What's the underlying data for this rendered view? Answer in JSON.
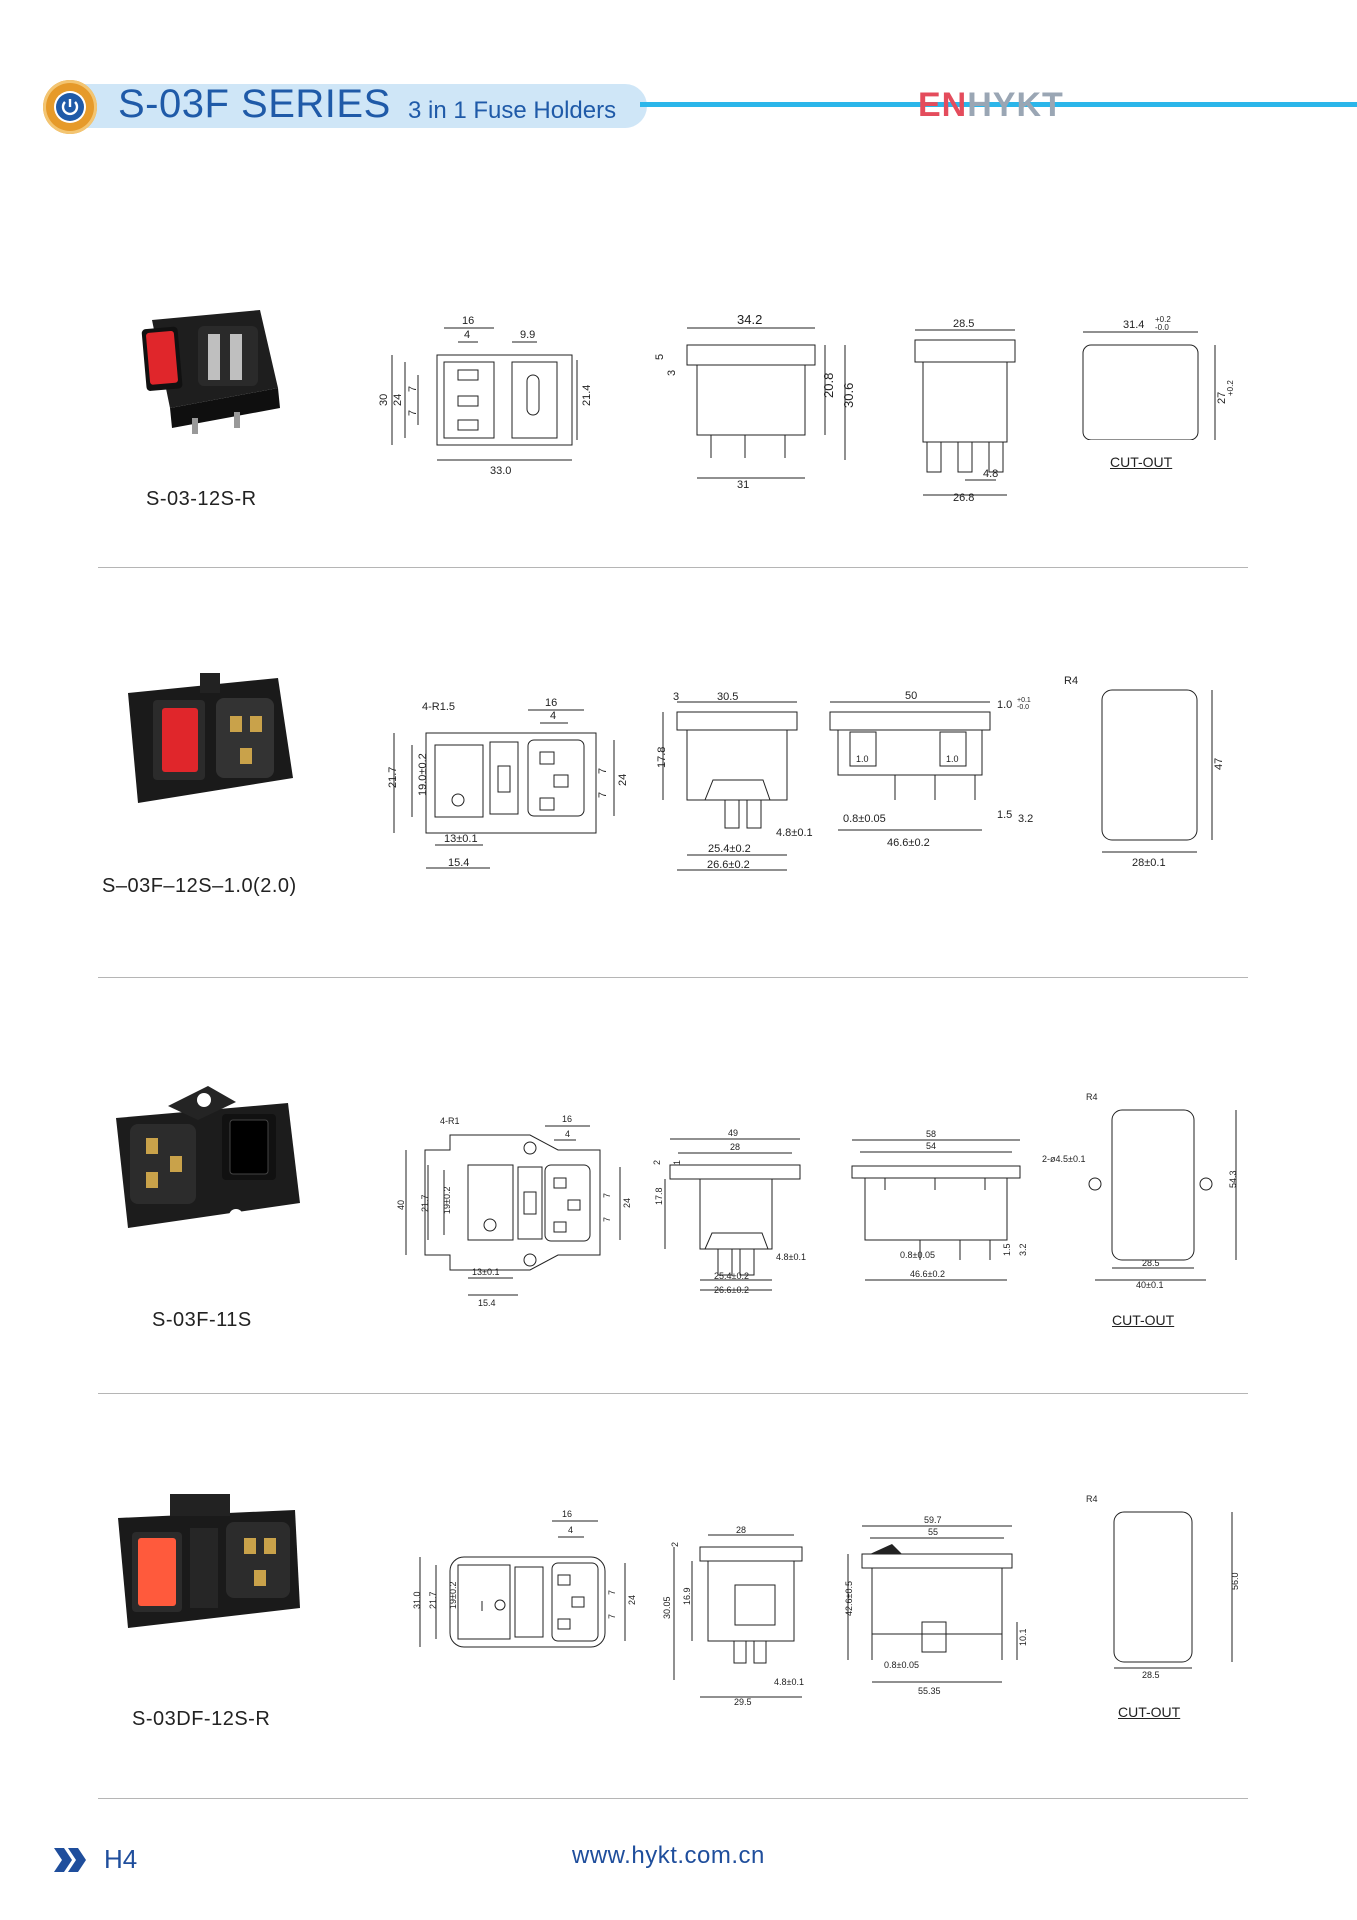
{
  "header": {
    "series_title": "S-03F SERIES",
    "series_subtitle": "3 in 1 Fuse Holders",
    "brand_part1": "EN",
    "brand_part2": "HYKT"
  },
  "products": [
    {
      "model": "S-03-12S-R",
      "front_dims": [
        "16",
        "4",
        "9.9",
        "30",
        "24",
        "7",
        "7",
        "21.4",
        "33.0"
      ],
      "side_dims": [
        "34.2",
        "5",
        "3",
        "20.8",
        "30.6",
        "31"
      ],
      "end_dims": [
        "28.5",
        "4.8",
        "26.8"
      ],
      "cutout_dims": [
        "31.4",
        "+0.2",
        "-0.0",
        "27",
        "+0.2",
        "-0.0"
      ],
      "cutout_label": "CUT-OUT"
    },
    {
      "model": "S–03F–12S–1.0(2.0)",
      "front_dims": [
        "4-R1.5",
        "16",
        "4",
        "21.7",
        "19.0±0.2",
        "7",
        "7",
        "24",
        "13±0.1",
        "15.4"
      ],
      "side_dims": [
        "3",
        "30.5",
        "17.8",
        "4.8±0.1",
        "25.4±0.2",
        "26.6±0.2"
      ],
      "end_dims": [
        "50",
        "1.0",
        "+0.1",
        "-0.0",
        "1.0",
        "1.0",
        "0.8±0.05",
        "1.5",
        "3.2",
        "46.6±0.2"
      ],
      "cutout_dims": [
        "R4",
        "47",
        "28±0.1"
      ]
    },
    {
      "model": "S-03F-11S",
      "front_dims": [
        "4-R1",
        "16",
        "4",
        "40",
        "21.7",
        "19±0.2",
        "7",
        "7",
        "24",
        "13±0.1",
        "15.4"
      ],
      "side_dims": [
        "2",
        "1",
        "49",
        "28",
        "17.8",
        "4.8±0.1",
        "25.4±0.2",
        "26.6±0.2"
      ],
      "end_dims": [
        "58",
        "54",
        "0.8±0.05",
        "1.5",
        "3.2",
        "46.6±0.2"
      ],
      "cutout_dims": [
        "R4",
        "2-ø4.5±0.1",
        "54.3",
        "28.5",
        "40±0.1"
      ],
      "cutout_label": "CUT-OUT"
    },
    {
      "model": "S-03DF-12S-R",
      "front_dims": [
        "16",
        "4",
        "31.0",
        "21.7",
        "19±0.2",
        "7",
        "7",
        "24"
      ],
      "side_dims": [
        "2",
        "28",
        "16.9",
        "30.05",
        "4.8±0.1",
        "29.5"
      ],
      "end_dims": [
        "59.7",
        "55",
        "42.6±0.5",
        "10.1",
        "0.8±0.05",
        "55.35"
      ],
      "cutout_dims": [
        "R4",
        "56.0",
        "28.5"
      ],
      "cutout_label": "CUT-OUT"
    }
  ],
  "footer": {
    "page": "H4",
    "url": "www.hykt.com.cn"
  },
  "colors": {
    "accent_blue": "#1f5aa8",
    "header_line": "#2bb6ea",
    "switch_red": "#e0262b",
    "housing": "#222222"
  }
}
